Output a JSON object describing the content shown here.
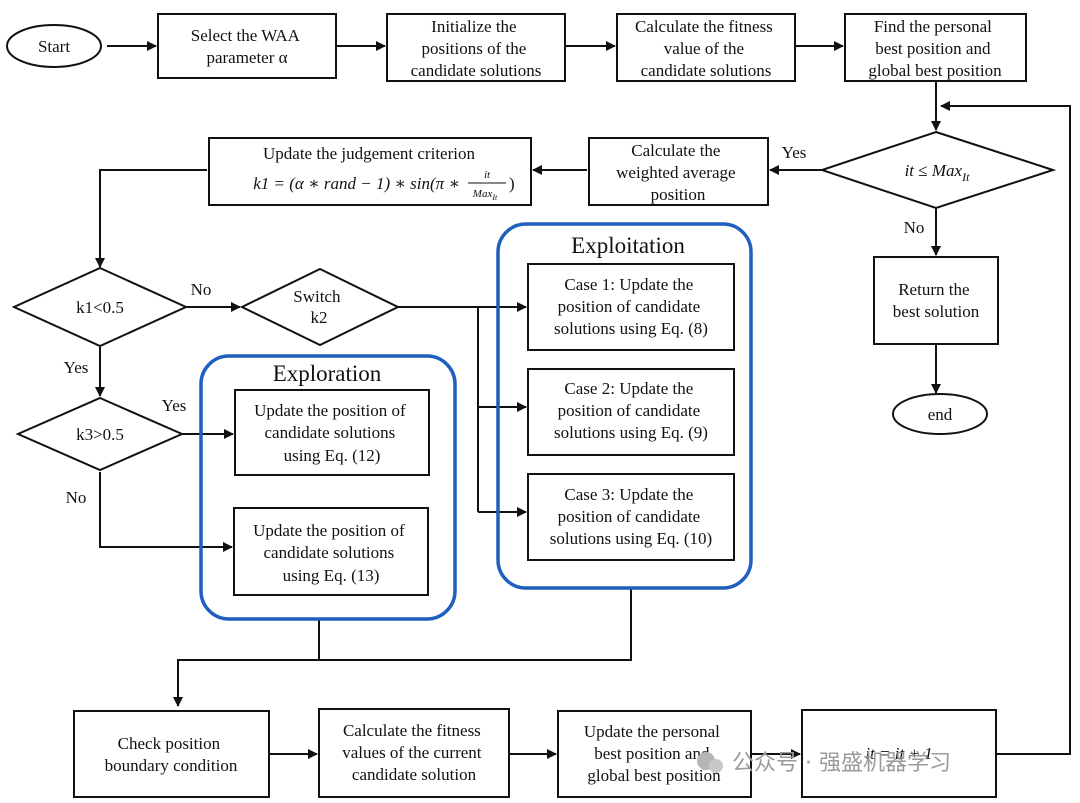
{
  "nodes": {
    "start": "Start",
    "select_waa": [
      "Select the WAA",
      "parameter α"
    ],
    "init_positions": [
      "Initialize the",
      "positions of the",
      "candidate solutions"
    ],
    "calc_fitness": [
      "Calculate the fitness",
      "value  of the",
      "candidate solutions"
    ],
    "find_best": [
      "Find the personal",
      "best position and",
      "global best position"
    ],
    "decision_it": {
      "lhs": "it",
      "op": " ≤ ",
      "rhs": "Max",
      "sub": "It"
    },
    "weighted_avg": [
      "Calculate the",
      "weighted average",
      "position"
    ],
    "update_judgement": {
      "line1": "Update the judgement criterion",
      "formula_left": "k1 = (α ∗ rand − 1) ∗ sin(π ∗",
      "frac_num": "it",
      "frac_den": "Max",
      "frac_den_sub": "It",
      "formula_right": ")"
    },
    "return_best": [
      "Return the",
      "best solution"
    ],
    "end": "end",
    "k1_decision": "k1<0.5",
    "switch_k2": [
      "Switch",
      "k2"
    ],
    "k3_decision": "k3>0.5",
    "update_eq12": [
      "Update the position of",
      "candidate solutions",
      "using Eq. (12)"
    ],
    "update_eq13": [
      "Update the position of",
      "candidate solutions",
      "using Eq. (13)"
    ],
    "case1": [
      "Case 1: Update the",
      "position of candidate",
      "solutions using Eq. (8)"
    ],
    "case2": [
      "Case 2: Update the",
      "position of candidate",
      "solutions using Eq. (9)"
    ],
    "case3": [
      "Case 3: Update the",
      "position of candidate",
      "solutions using Eq. (10)"
    ],
    "check_boundary": [
      "Check position",
      "boundary condition"
    ],
    "calc_fitness_current": [
      "Calculate the fitness",
      "values of the current",
      "candidate solution"
    ],
    "update_best": [
      "Update the personal",
      "best position and",
      "global best position"
    ],
    "increment_it": "it = it + 1"
  },
  "groups": {
    "exploitation": "Exploitation",
    "exploration": "Exploration"
  },
  "edge_labels": {
    "yes_weighted": "Yes",
    "no_return": "No",
    "no_switch": "No",
    "yes_k3": "Yes",
    "yes_eq12": "Yes",
    "no_eq13": "No"
  },
  "colors": {
    "group_border": "#1f5fbf",
    "line": "#111111"
  },
  "watermark": "公众号 · 强盛机器学习"
}
